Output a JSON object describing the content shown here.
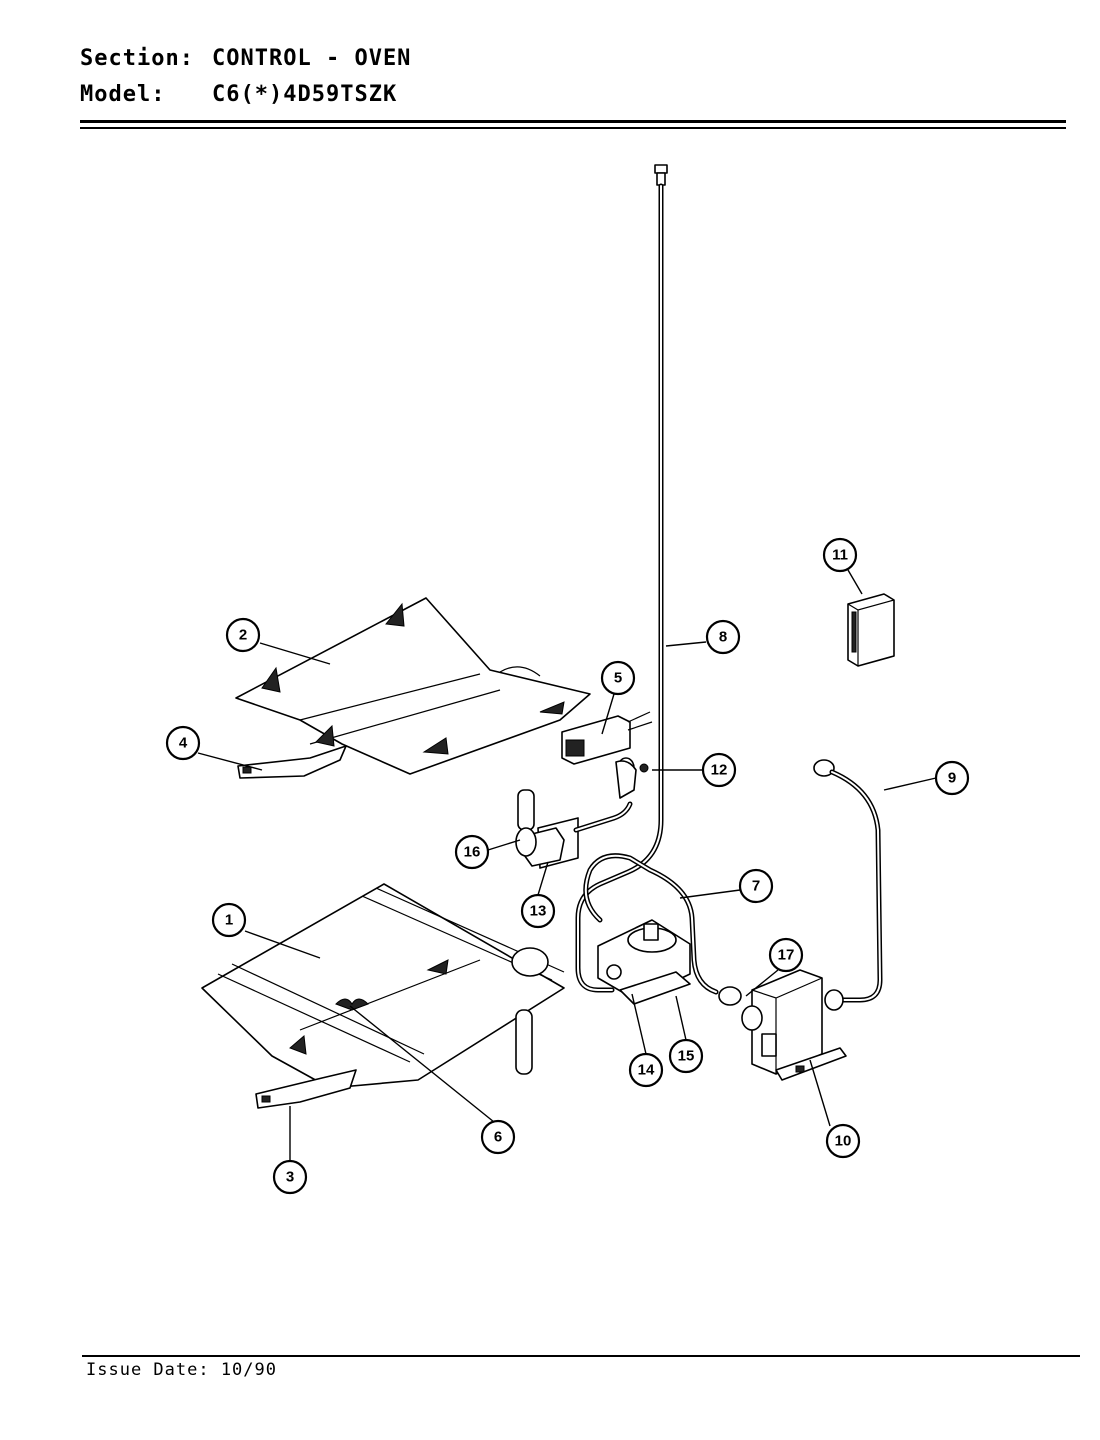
{
  "header": {
    "section_key": "Section:",
    "section_value": "CONTROL - OVEN",
    "model_key": "Model:",
    "model_value": "C6(*)4D59TSZK"
  },
  "footer": {
    "issue_date": "Issue Date: 10/90"
  },
  "callouts": [
    "1",
    "2",
    "3",
    "4",
    "5",
    "6",
    "7",
    "8",
    "9",
    "10",
    "11",
    "12",
    "13",
    "14",
    "15",
    "16",
    "17"
  ]
}
